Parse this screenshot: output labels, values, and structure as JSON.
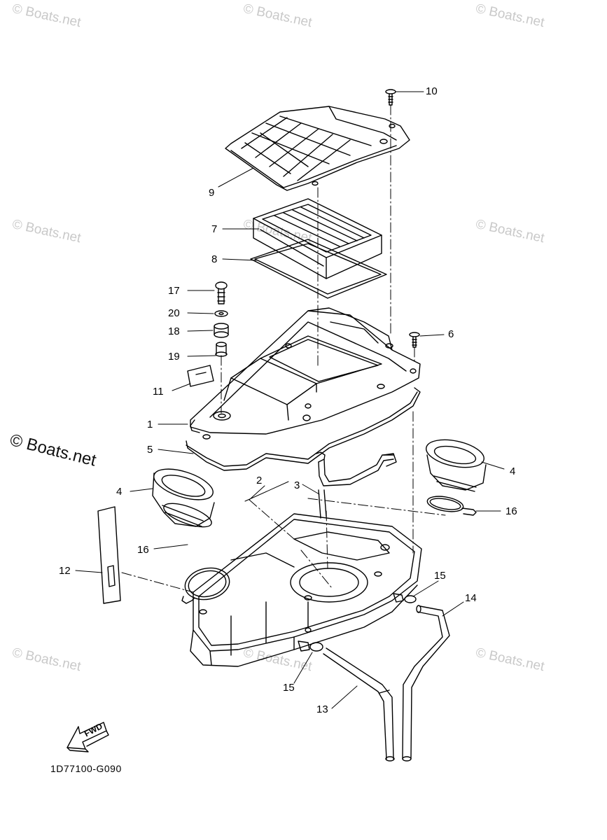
{
  "watermarks": [
    "© Boats.net",
    "© Boats.net",
    "© Boats.net",
    "© Boats.net",
    "© Boats.net",
    "© Boats.net",
    "© Boats.net",
    "© Boats.net",
    "© Boats.net"
  ],
  "watermark_main": "© Boats.net",
  "diagram_code": "1D77100-G090",
  "fwd_label": "FWD",
  "callouts": [
    "10",
    "9",
    "7",
    "8",
    "17",
    "20",
    "18",
    "19",
    "6",
    "11",
    "1",
    "5",
    "4",
    "2",
    "3",
    "4",
    "16",
    "16",
    "12",
    "15",
    "14",
    "15",
    "13"
  ],
  "colors": {
    "line": "#000000",
    "watermark": "#c9c9c9",
    "background": "#ffffff"
  }
}
